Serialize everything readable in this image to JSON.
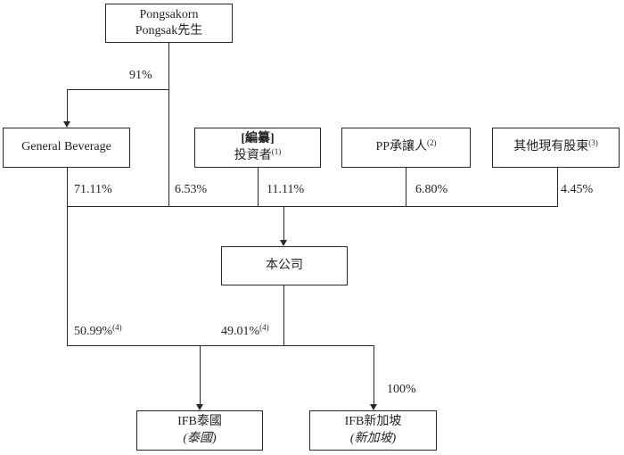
{
  "diagram": {
    "type": "shareholding-structure",
    "background_color": "#ffffff",
    "line_color": "#2b2727",
    "text_color": "#231f20",
    "nodes": {
      "pongsakorn": {
        "line1": "Pongsakorn",
        "line2": "Pongsak先生"
      },
      "general_beverage": {
        "line1": "General Beverage"
      },
      "investors": {
        "line1": "[編纂]",
        "line2": "投資者",
        "footnote": "(1)"
      },
      "pp_transferee": {
        "line1": "PP承讓人",
        "footnote": "(2)"
      },
      "other_shareholders": {
        "line1": "其他現有股東",
        "footnote": "(3)"
      },
      "company": {
        "line1": "本公司"
      },
      "ifb_thailand": {
        "line1": "IFB泰國",
        "line2": "(泰國)"
      },
      "ifb_singapore": {
        "line1": "IFB新加坡",
        "line2": "(新加坡)"
      }
    },
    "edges": [
      {
        "from": "pongsakorn",
        "to": "general_beverage",
        "label": "91%",
        "footnote": ""
      },
      {
        "from": "general_beverage",
        "to": "company",
        "label": "71.11%",
        "footnote": ""
      },
      {
        "from": "pongsakorn",
        "to": "company",
        "label": "6.53%",
        "footnote": ""
      },
      {
        "from": "investors",
        "to": "company",
        "label": "11.11%",
        "footnote": ""
      },
      {
        "from": "pp_transferee",
        "to": "company",
        "label": "6.80%",
        "footnote": ""
      },
      {
        "from": "other_shareholders",
        "to": "company",
        "label": "4.45%",
        "footnote": ""
      },
      {
        "from": "general_beverage",
        "to": "ifb_thailand",
        "label": "50.99%",
        "footnote": "(4)"
      },
      {
        "from": "company",
        "to": "ifb_thailand",
        "label": "49.01%",
        "footnote": "(4)"
      },
      {
        "from": "company",
        "to": "ifb_singapore",
        "label": "100%",
        "footnote": ""
      }
    ]
  }
}
